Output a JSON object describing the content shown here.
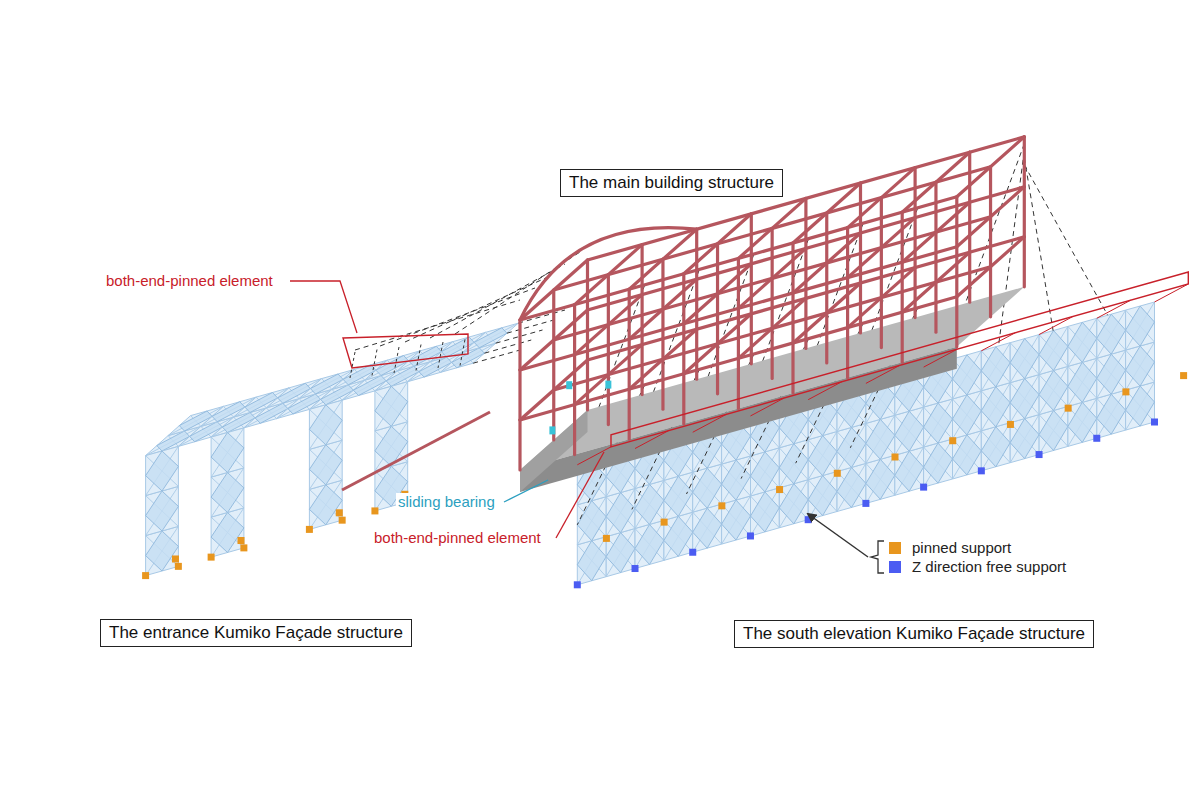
{
  "diagram": {
    "nodes": [
      {
        "text": [
          "The main building structure"
        ]
      },
      {
        "text": [
          "The entrance Kumiko Façade structure"
        ]
      },
      {
        "text": [
          "The south elevation Kumiko Façade structure"
        ]
      }
    ],
    "labels": [
      "both-end-pinned element",
      "sliding bearing",
      "both-end-pinned element"
    ],
    "legend": [
      {
        "text": "pinned support",
        "color": "#e8961e"
      },
      {
        "text": "Z direction free support",
        "color": "#4b5cf2"
      }
    ]
  }
}
